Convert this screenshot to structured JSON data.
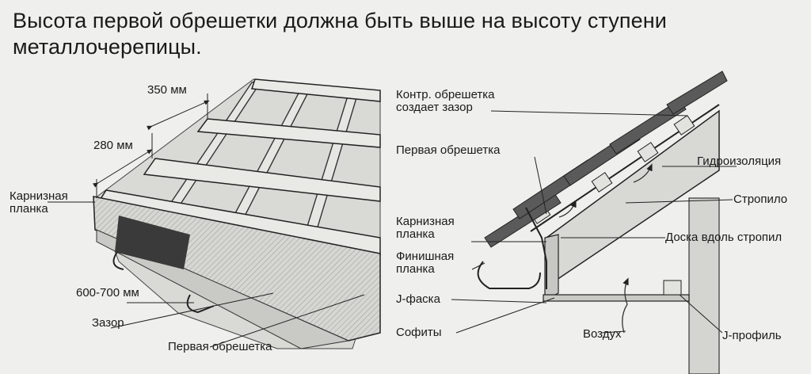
{
  "title": {
    "line1": "Высота первой обрешетки должна быть выше на высоту ступени",
    "line2": "металлочерепицы."
  },
  "left_figure": {
    "dim_350": "350 мм",
    "dim_280": "280 мм",
    "eave_strip": [
      "Карнизная",
      "планка"
    ],
    "dim_600_700": "600-700 мм",
    "gap": "Зазор",
    "first_batten": "Первая обрешетка"
  },
  "right_figure": {
    "counter_batten": [
      "Контр. обрешетка",
      "создает зазор"
    ],
    "first_batten": "Первая обрешетка",
    "waterproofing": "Гидроизоляция",
    "rafter": "Стропило",
    "eave_strip": [
      "Карнизная",
      "планка"
    ],
    "board_along_rafters": "Доска вдоль стропил",
    "finishing_strip": [
      "Финишная",
      "планка"
    ],
    "j_fascia": "J-фаска",
    "soffits": "Софиты",
    "air": "Воздух",
    "j_profile": "J-профиль"
  }
}
